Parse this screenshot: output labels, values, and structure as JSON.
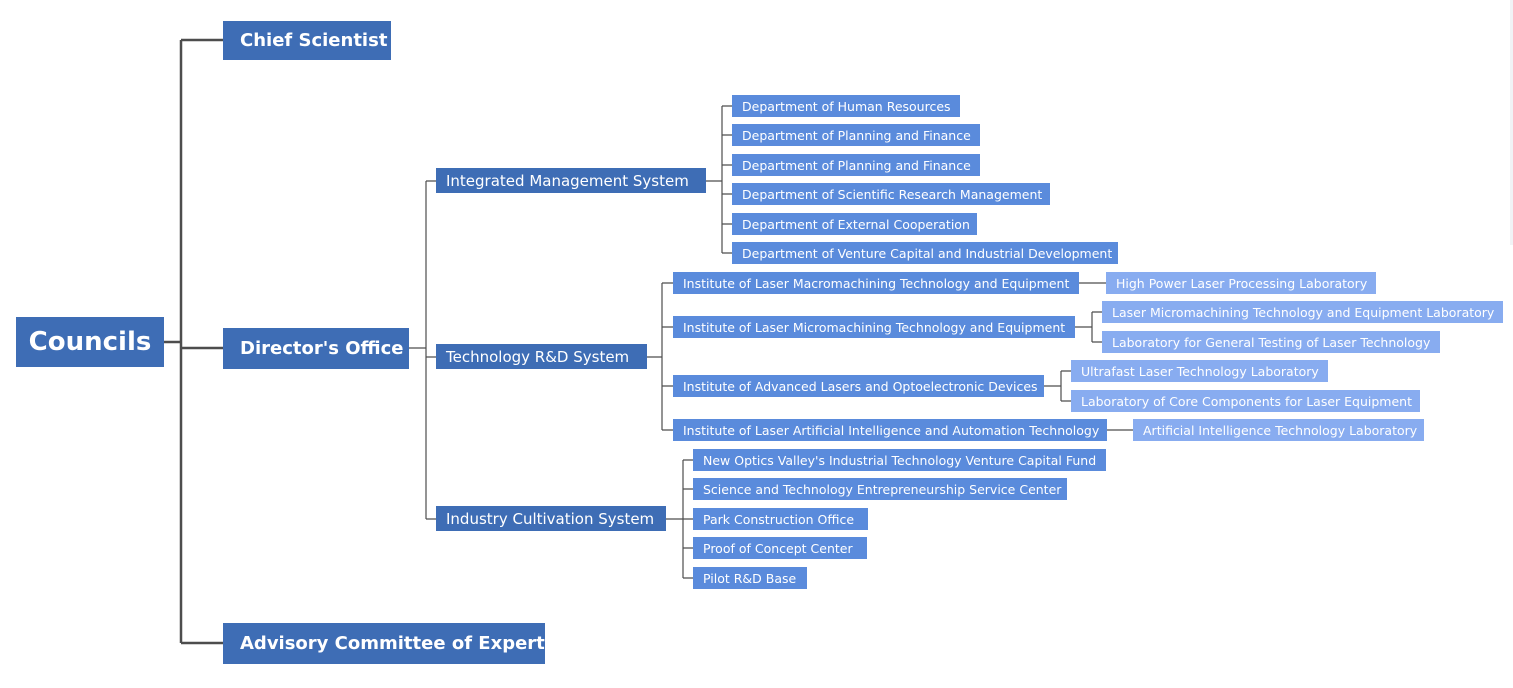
{
  "org_chart": {
    "root": {
      "label": "Councils"
    },
    "chief_scientist": {
      "label": "Chief Scientist"
    },
    "directors_office": {
      "label": "Director's Office"
    },
    "advisory_committee": {
      "label": "Advisory Committee of Experts"
    },
    "integrated_management": {
      "label": "Integrated Management System",
      "departments": [
        "Department of Human Resources",
        "Department of Planning and Finance",
        "Department of Planning and Finance",
        "Department of Scientific Research Management",
        "Department of External Cooperation",
        "Department of Venture Capital and Industrial Development"
      ]
    },
    "technology_rd": {
      "label": "Technology R&D System",
      "institutes": [
        {
          "label": "Institute of Laser Macromachining Technology and Equipment",
          "labs": [
            "High Power Laser Processing Laboratory"
          ]
        },
        {
          "label": "Institute of Laser Micromachining Technology and Equipment",
          "labs": [
            "Laser Micromachining Technology and Equipment Laboratory",
            "Laboratory for General Testing of Laser Technology"
          ]
        },
        {
          "label": "Institute of Advanced Lasers and Optoelectronic Devices",
          "labs": [
            "Ultrafast Laser Technology Laboratory",
            "Laboratory of Core Components for Laser Equipment"
          ]
        },
        {
          "label": "Institute of Laser Artificial Intelligence and Automation Technology",
          "labs": [
            "Artificial Intelligence Technology Laboratory"
          ]
        }
      ]
    },
    "industry_cultivation": {
      "label": "Industry Cultivation System",
      "units": [
        "New Optics Valley's Industrial Technology Venture Capital Fund",
        "Science and Technology Entrepreneurship Service Center",
        "Park Construction Office",
        "Proof of Concept Center",
        "Pilot R&D Base"
      ]
    }
  },
  "colors": {
    "primary": "#3e6db5",
    "secondary": "#5a8bdc",
    "tertiary": "#88acf0",
    "connector": "#4d4d4d"
  }
}
